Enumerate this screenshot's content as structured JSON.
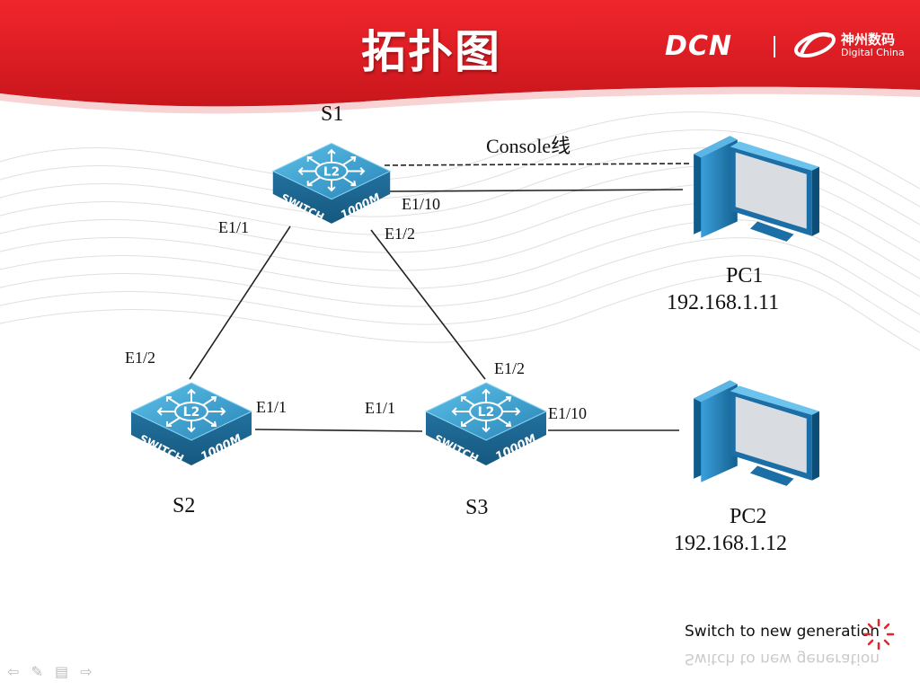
{
  "header": {
    "title": "拓扑图",
    "logo_brand": "DCN",
    "logo_cn": "神州数码",
    "logo_en": "Digital China"
  },
  "devices": {
    "s1": {
      "name": "S1",
      "badge": "L2",
      "model": "SWITCH 1000M"
    },
    "s2": {
      "name": "S2",
      "badge": "L2",
      "model": "SWITCH 1000M"
    },
    "s3": {
      "name": "S3",
      "badge": "L2",
      "model": "SWITCH 1000M"
    },
    "pc1": {
      "name": "PC1",
      "ip": "192.168.1.11"
    },
    "pc2": {
      "name": "PC2",
      "ip": "192.168.1.12"
    }
  },
  "ports": {
    "s1_e11": "E1/1",
    "s1_e12": "E1/2",
    "s1_e110": "E1/10",
    "s2_e12": "E1/2",
    "s2_e11": "E1/1",
    "s3_e11": "E1/1",
    "s3_e12": "E1/2",
    "s3_e110": "E1/10"
  },
  "links": {
    "console_label": "Console线"
  },
  "footer": {
    "slogan": "Switch to new generation"
  },
  "colors": {
    "header_red": "#e01b22",
    "switch_blue": "#2f8fc0",
    "switch_dark": "#1a5e86",
    "pc_blue": "#1f78b4"
  }
}
